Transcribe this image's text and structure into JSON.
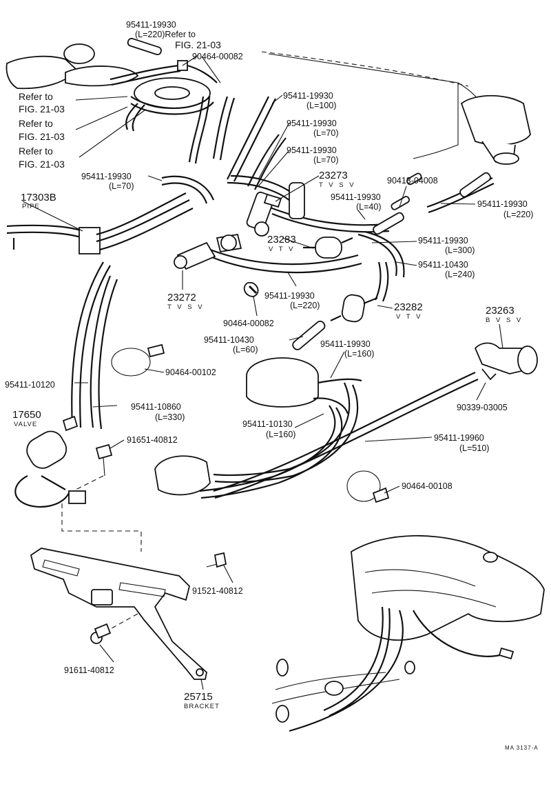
{
  "labels": {
    "l1a": "95411-19930",
    "l1b": "(L=220)Refer to",
    "l1c": "FIG. 21-03",
    "l2": "90464-00082",
    "ref1a": "Refer to",
    "ref1b": "FIG. 21-03",
    "ref2a": "Refer to",
    "ref2b": "FIG. 21-03",
    "ref3a": "Refer to",
    "ref3b": "FIG. 21-03",
    "l3a": "95411-19930",
    "l3b": "(L=100)",
    "l4a": "95411-19930",
    "l4b": "(L=70)",
    "l5a": "95411-19930",
    "l5b": "(L=70)",
    "l6a": "95411-19930",
    "l6b": "(L=70)",
    "n23273": "23273",
    "n23273sub": "T V S V",
    "l7": "90413-04008",
    "l8a": "95411-19930",
    "l8b": "(L=40)",
    "l9a": "95411-19930",
    "l9b": "(L=220)",
    "n17303": "17303B",
    "n17303sub": "PIPE",
    "n23283": "23283",
    "n23283sub": "V T V",
    "l10a": "95411-19930",
    "l10b": "(L=300)",
    "l11a": "95411-10430",
    "l11b": "(L=240)",
    "n23272": "23272",
    "n23272sub": "T V S V",
    "l12a": "95411-19930",
    "l12b": "(L=220)",
    "n23282": "23282",
    "n23282sub": "V T V",
    "l13": "90464-00082",
    "n23263": "23263",
    "n23263sub": "B V S V",
    "l14a": "95411-10430",
    "l14b": "(L=60)",
    "l15a": "95411-19930",
    "l15b": "(L=160)",
    "l16": "90464-00102",
    "l17": "95411-10120",
    "l18": "90339-03005",
    "n17650": "17650",
    "n17650sub": "VALVE",
    "l19a": "95411-10860",
    "l19b": "(L=330)",
    "l20a": "95411-10130",
    "l20b": "(L=160)",
    "l21": "91651-40812",
    "l22a": "95411-19960",
    "l22b": "(L=510)",
    "l23": "90464-00108",
    "l24": "91521-40812",
    "l25": "91611-40812",
    "n25715": "25715",
    "n25715sub": "BRACKET",
    "footer": "MA 3137-A"
  }
}
